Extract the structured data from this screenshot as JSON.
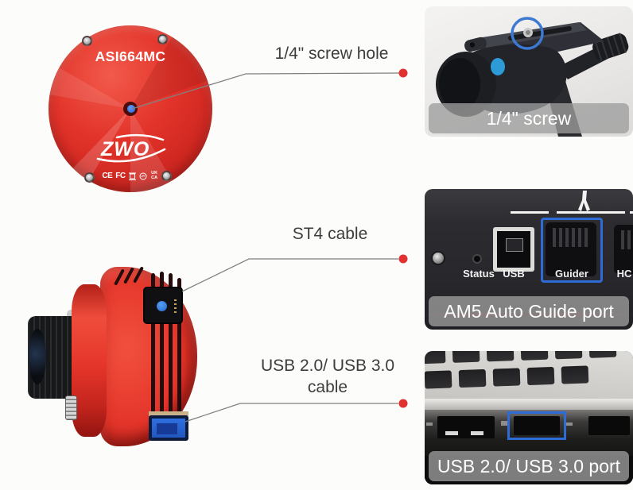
{
  "colors": {
    "page_bg": "#fcfcfb",
    "camera_red": "#e23329",
    "highlight_blue": "#2e6bd6",
    "leader_line": "#808080",
    "leader_dot": "#e03230",
    "label_text": "#3d3d3d",
    "caption_bg": "rgba(158,158,158,0.78)",
    "caption_text": "#ffffff"
  },
  "camera_back": {
    "model": "ASI664MC",
    "logo": "ZWO",
    "certs": {
      "ce": "CE",
      "fcc": "FC",
      "ukca": "UK CA"
    }
  },
  "annotations": {
    "screw_hole": "1/4\" screw hole",
    "st4": "ST4 cable",
    "usb_line1": "USB 2.0/ USB 3.0",
    "usb_line2": "cable"
  },
  "photos": {
    "tripod": {
      "caption": "1/4\" screw"
    },
    "mount": {
      "caption": "AM5 Auto Guide port",
      "labels": {
        "status": "Status",
        "usb": "USB",
        "guider": "Guider",
        "hc": "HC"
      }
    },
    "laptop": {
      "caption": "USB 2.0/ USB 3.0 port"
    }
  }
}
